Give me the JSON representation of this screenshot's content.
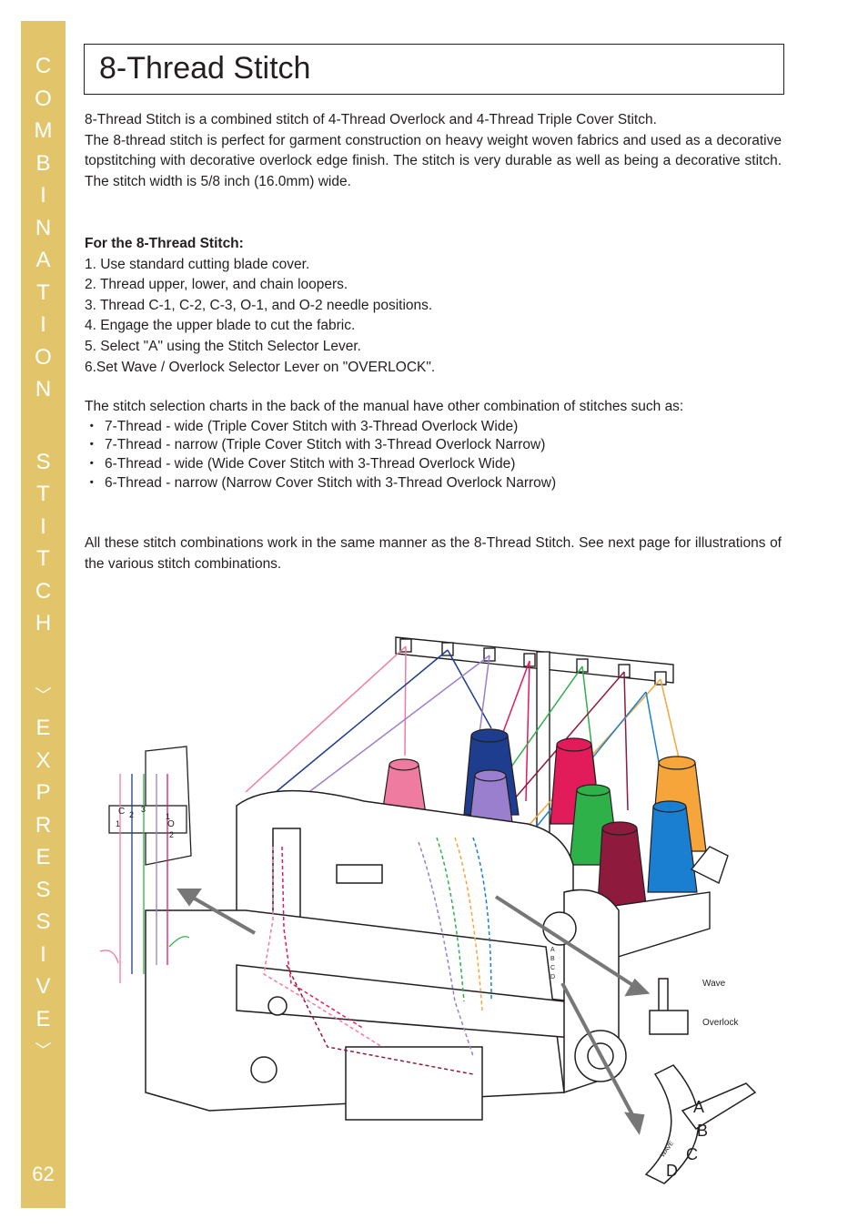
{
  "sidebar": {
    "letters": [
      "C",
      "O",
      "M",
      "B",
      "I",
      "N",
      "A",
      "T",
      "I",
      "O",
      "N",
      "",
      "S",
      "T",
      "I",
      "T",
      "C",
      "H",
      "",
      "﹀",
      "E",
      "X",
      "P",
      "R",
      "E",
      "S",
      "S",
      "I",
      "V",
      "E",
      "﹀"
    ],
    "page_number": "62"
  },
  "title": "8-Thread Stitch",
  "intro": {
    "line1": "8-Thread Stitch is a combined stitch of 4-Thread Overlock and 4-Thread Triple Cover Stitch.",
    "paragraph": "The 8-thread stitch is perfect for garment construction on heavy weight woven fabrics and used as a decorative topstitching with decorative overlock edge finish.  The stitch is very durable as well as being a decorative stitch. The stitch width is 5/8 inch (16.0mm) wide."
  },
  "steps": {
    "heading": "For the 8-Thread Stitch:",
    "items": [
      "1. Use standard cutting blade cover.",
      "2. Thread upper, lower, and chain loopers.",
      "3. Thread C-1, C-2, C-3, O-1, and O-2 needle positions.",
      "4. Engage the upper blade to cut the fabric.",
      "5. Select \"A\" using the Stitch Selector Lever.",
      "6.Set Wave / Overlock Selector Lever on \"OVERLOCK\"."
    ]
  },
  "combinations": {
    "intro": "The stitch selection charts in the back of the manual have other combination of stitches such as:",
    "items": [
      "7-Thread - wide (Triple Cover Stitch with 3-Thread Overlock Wide)",
      "7-Thread - narrow (Triple Cover Stitch with 3-Thread Overlock Narrow)",
      "6-Thread - wide (Wide Cover Stitch with 3-Thread Overlock Wide)",
      "6-Thread - narrow (Narrow Cover Stitch with 3-Thread Overlock Narrow)"
    ]
  },
  "closing": "All these stitch combinations work in the same manner as the 8-Thread Stitch. See next page for illustrations of the various stitch combinations.",
  "figure": {
    "needle_labels": {
      "c": "C",
      "c1": "1",
      "c2": "2",
      "c3": "3",
      "o": "O",
      "o1": "1",
      "o2": "2"
    },
    "lever_labels": {
      "wave": "Wave",
      "overlock": "Overlock"
    },
    "dial_labels": {
      "a": "A",
      "b": "B",
      "c": "C",
      "d": "D",
      "wave": "WAVE"
    },
    "machine_dial": {
      "a": "A",
      "b": "B",
      "c": "C",
      "d": "D"
    },
    "colors": {
      "pink": "#f07ba0",
      "navy": "#1e3d8f",
      "purple": "#9b7fcf",
      "red": "#e21b5a",
      "green": "#2fb14a",
      "maroon": "#8e1b3d",
      "orange": "#f5a53a",
      "blue": "#1a7fd0",
      "dial_teal": "#2a8c93",
      "sidebar": "#e2c56b"
    }
  }
}
